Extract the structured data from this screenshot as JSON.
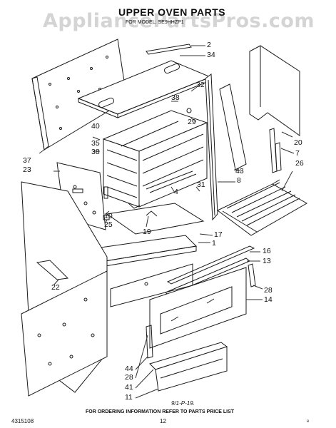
{
  "watermark": "AppliancePartsPros.com",
  "title": "UPPER OVEN PARTS",
  "model_line": "FOR MODEL: SE9HHZP1",
  "callouts": [
    "2",
    "34",
    "32",
    "38",
    "29",
    "40",
    "35",
    "38",
    "37",
    "23",
    "20",
    "7",
    "26",
    "43",
    "8",
    "31",
    "4",
    "10",
    "25",
    "19",
    "17",
    "1",
    "22",
    "16",
    "13",
    "28",
    "14",
    "44",
    "28",
    "41",
    "11"
  ],
  "footer": {
    "ordering_note": "FOR ORDERING INFORMATION REFER TO PARTS PRICE LIST",
    "page_number": "12",
    "doc_number": "4315108",
    "handwritten": "9/1-P-19."
  }
}
